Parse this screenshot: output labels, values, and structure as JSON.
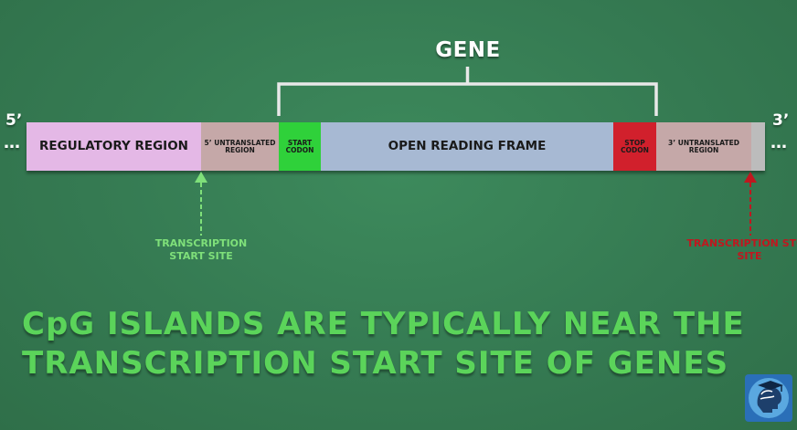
{
  "gene_label": "GENE",
  "five_prime": {
    "label": "5’",
    "dots": "…"
  },
  "three_prime": {
    "label": "3’",
    "dots": "…"
  },
  "segments": [
    {
      "label": "REGULATORY REGION",
      "color": "#e4b8e6"
    },
    {
      "label": "5’ UNTRANSLATED REGION",
      "color": "#c5a8a8"
    },
    {
      "label": "START CODON",
      "color": "#2fd13a"
    },
    {
      "label": "OPEN READING FRAME",
      "color": "#a7b9d3"
    },
    {
      "label": "STOP CODON",
      "color": "#d1202c"
    },
    {
      "label": "3’ UNTRANSLATED REGION",
      "color": "#c5a8a8"
    },
    {
      "label": "",
      "color": "#bcbcbc"
    }
  ],
  "transcription_start": {
    "label": "TRANSCRIPTION START SITE",
    "color": "#7fe07a"
  },
  "transcription_stop": {
    "label": "TRANSCRIPTION STOP SITE",
    "color": "#c0171f"
  },
  "caption": {
    "line1": "CpG ISLANDS ARE TYPICALLY NEAR THE",
    "line2": "TRANSCRIPTION START SITE OF GENES"
  },
  "logo_icon": "scientist-head-logo-icon"
}
